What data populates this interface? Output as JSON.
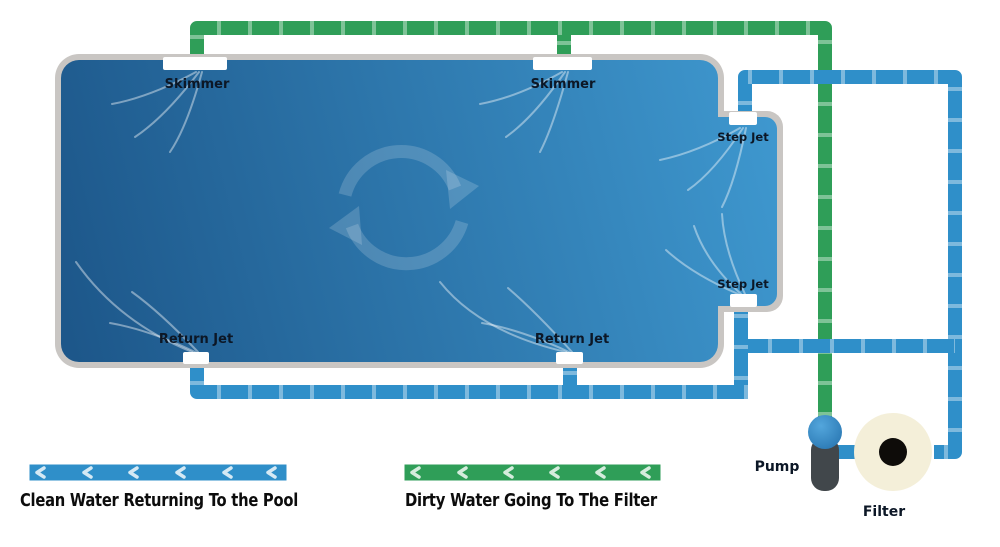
{
  "colors": {
    "pipe_green": "#2f9e58",
    "pipe_blue": "#2f8fc9",
    "pool_border": "#c9c6c3",
    "pool_dark": "#1d578a",
    "pool_light": "#3e97ce",
    "pump_body": "#41474b",
    "pump_ball_light": "#53a6dc",
    "pump_ball_dark": "#2471ad",
    "filter_body": "#f4efd9",
    "label_text": "#0c1726"
  },
  "pool": {
    "skimmer_label": "Skimmer",
    "step_jet_label": "Step Jet",
    "return_jet_label": "Return Jet"
  },
  "equipment": {
    "pump_label": "Pump",
    "filter_label": "Filter"
  },
  "legend": {
    "clean_label": "Clean Water Returning To the Pool",
    "dirty_label": "Dirty Water Going To The Filter"
  }
}
